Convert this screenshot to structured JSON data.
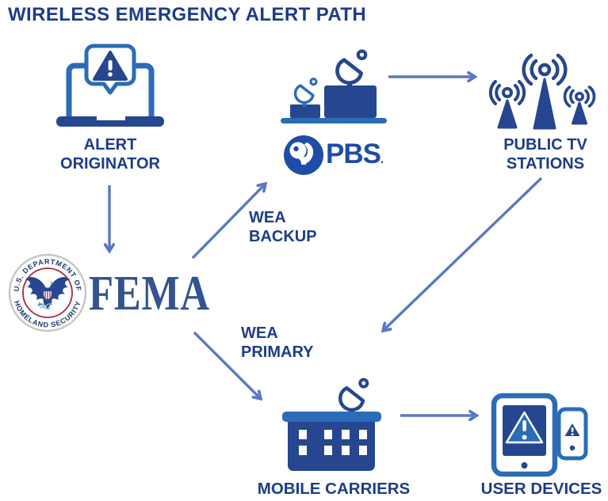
{
  "title": "WIRELESS EMERGENCY ALERT PATH",
  "colors": {
    "navy": "#26478f",
    "blue": "#2b6cb6",
    "label": "#1d3c8a",
    "arrow": "#5b78c3",
    "pbs": "#1e4ca6",
    "fema": "#33548f",
    "sealRed": "#b0263e",
    "sealRing": "#c6c6c6",
    "sealNavy": "#1c3775"
  },
  "nodes": {
    "alert_originator": {
      "line1": "ALERT",
      "line2": "ORIGINATOR"
    },
    "fema": {
      "wordmark": "FEMA",
      "seal_top": "U.S. DEPARTMENT OF",
      "seal_bottom": "HOMELAND SECURITY"
    },
    "pbs": {
      "wordmark": "PBS",
      "reg": "."
    },
    "public_tv": {
      "line1": "PUBLIC TV",
      "line2": "STATIONS"
    },
    "mobile_carriers": {
      "label": "MOBILE CARRIERS"
    },
    "user_devices": {
      "label": "USER DEVICES"
    }
  },
  "edges": {
    "wea_backup": {
      "line1": "WEA",
      "line2": "BACKUP"
    },
    "wea_primary": {
      "line1": "WEA",
      "line2": "PRIMARY"
    }
  }
}
